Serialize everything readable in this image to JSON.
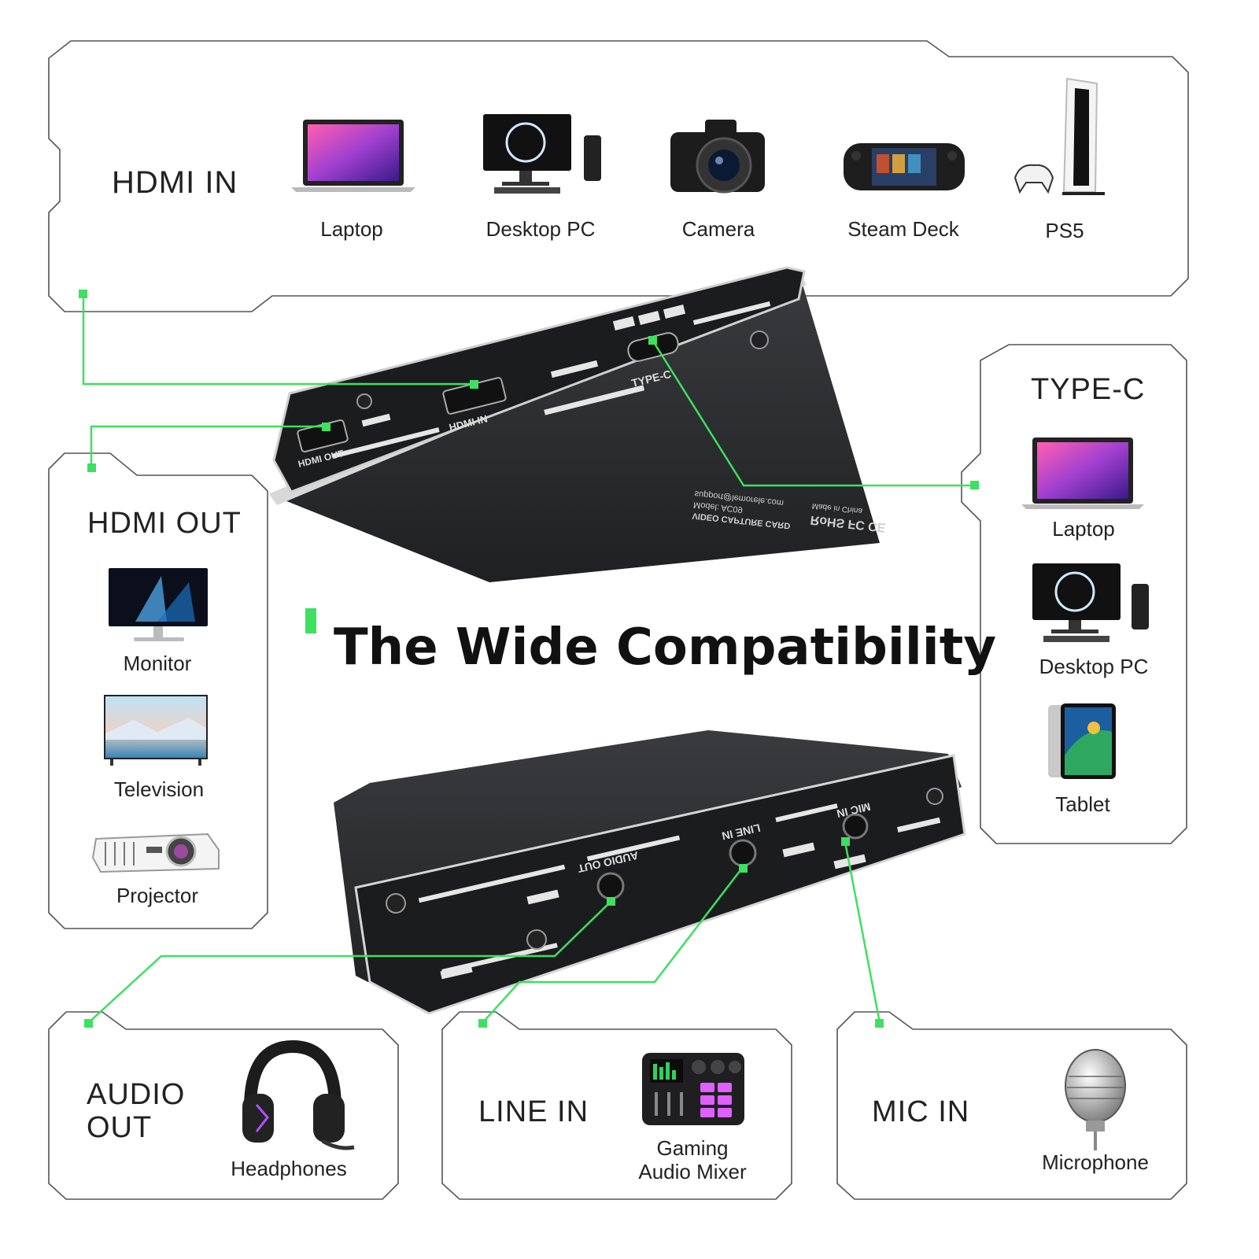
{
  "title": "The Wide Compatibility",
  "colors": {
    "accent": "#3ee060",
    "device_body": "#2c2d2f",
    "panel_border": "#555555"
  },
  "hdmi_in": {
    "heading": "HDMI IN",
    "items": [
      {
        "label": "Laptop",
        "icon": "laptop-icon"
      },
      {
        "label": "Desktop PC",
        "icon": "desktop-pc-icon"
      },
      {
        "label": "Camera",
        "icon": "camera-icon"
      },
      {
        "label": "Steam Deck",
        "icon": "steam-deck-icon"
      },
      {
        "label": "PS5",
        "icon": "ps5-icon"
      }
    ]
  },
  "hdmi_out": {
    "heading": "HDMI OUT",
    "items": [
      {
        "label": "Monitor",
        "icon": "monitor-icon"
      },
      {
        "label": "Television",
        "icon": "television-icon"
      },
      {
        "label": "Projector",
        "icon": "projector-icon"
      }
    ]
  },
  "type_c": {
    "heading": "TYPE-C",
    "items": [
      {
        "label": "Laptop",
        "icon": "laptop-icon"
      },
      {
        "label": "Desktop PC",
        "icon": "desktop-pc-icon"
      },
      {
        "label": "Tablet",
        "icon": "tablet-icon"
      }
    ]
  },
  "audio_out": {
    "heading_line1": "AUDIO",
    "heading_line2": "OUT",
    "item": "Headphones",
    "icon": "headphones-icon"
  },
  "line_in": {
    "heading": "LINE IN",
    "item_line1": "Gaming",
    "item_line2": "Audio Mixer",
    "icon": "audio-mixer-icon"
  },
  "mic_in": {
    "heading": "MIC IN",
    "item": "Microphone",
    "icon": "microphone-icon"
  },
  "device_top": {
    "ports": {
      "hdmi_out": "HDMI OUT",
      "hdmi_in": "HDMI IN",
      "type_c": "TYPE-C"
    },
    "label_lines": [
      "VIDEO CAPTURE CARD",
      "Model: AC09",
      "support@lemorele.com"
    ],
    "certs": "RoHS FC CE",
    "origin": "Made in China"
  },
  "device_bottom": {
    "ports": {
      "audio_out": "AUDIO OUT",
      "line_in": "LINE IN",
      "mic_in": "MIC IN"
    }
  }
}
